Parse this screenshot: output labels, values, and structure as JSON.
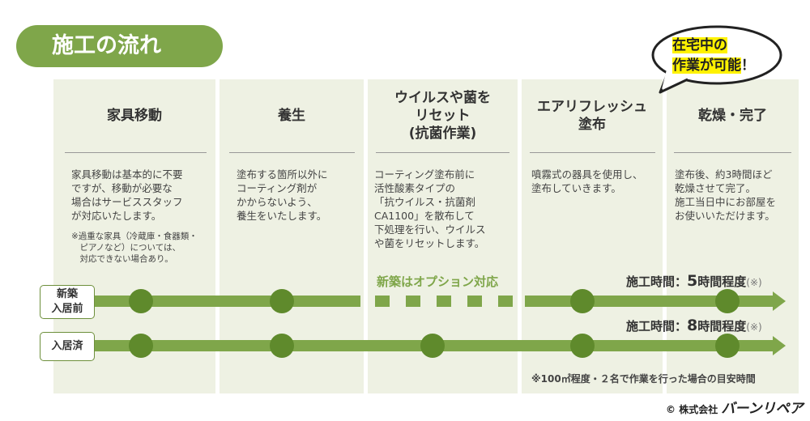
{
  "title": "施工の流れ",
  "bubble": {
    "line1": "在宅中の",
    "line2a": "作業が可能",
    "line2b": "！"
  },
  "columns": [
    {
      "head": [
        "家具移動"
      ],
      "body": [
        "家具移動は基本的に不要",
        "ですが、移動が必要な",
        "場合はサービススタッフ",
        "が対応いたします。"
      ],
      "note": [
        "※過重な家具（冷蔵庫・食器類・",
        "　ピアノなど）については、",
        "　対応できない場合あり。"
      ]
    },
    {
      "head": [
        "養生"
      ],
      "body": [
        "塗布する箇所以外に",
        "コーティング剤が",
        "かからないよう、",
        "養生をいたします。"
      ]
    },
    {
      "head": [
        "ウイルスや菌を",
        "リセット",
        "(抗菌作業)"
      ],
      "body": [
        "コーティング塗布前に",
        "活性酸素タイプの",
        "「抗ウイルス・抗菌剤",
        "CA1100」を散布して",
        "下処理を行い、ウイルス",
        "や菌をリセットします。"
      ]
    },
    {
      "head": [
        "エアリフレッシュ",
        "塗布"
      ],
      "body": [
        "噴霧式の器具を使用し、",
        "塗布していきます。"
      ]
    },
    {
      "head": [
        "乾燥・完了"
      ],
      "body": [
        "塗布後、約3時間ほど",
        "乾燥させて完了。",
        "施工当日中にお部屋を",
        "お使いいただけます。"
      ]
    }
  ],
  "rows": [
    {
      "label": [
        "新築",
        "入居前"
      ],
      "time_prefix": "施工時間：",
      "time_num": "5",
      "time_suffix": "時間程度",
      "time_note": "(※)"
    },
    {
      "label": [
        "入居済"
      ],
      "time_prefix": "施工時間：",
      "time_num": "8",
      "time_suffix": "時間程度",
      "time_note": "(※)"
    }
  ],
  "option_text": "新築はオプション対応",
  "footnote": "※100㎡程度・２名で作業を行った場合の目安時間",
  "copyright": {
    "symbol": "©",
    "company": "株式会社",
    "brand": "バーンリペア"
  },
  "colors": {
    "accent": "#7fa64a",
    "dot": "#5f8a2c",
    "panel": "#eef1e3",
    "highlight": "#fff200"
  }
}
